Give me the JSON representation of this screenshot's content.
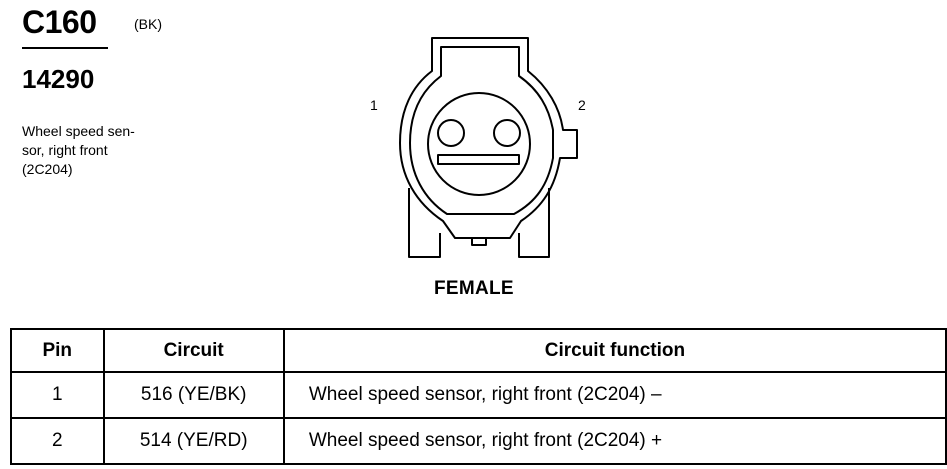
{
  "connector": {
    "id": "C160",
    "color": "(BK)",
    "part_number": "14290",
    "description_lines": [
      "Wheel speed sen-",
      "sor, right front",
      "(2C204)"
    ],
    "gender": "FEMALE",
    "pin_labels": [
      "1",
      "2"
    ]
  },
  "table": {
    "headers": {
      "pin": "Pin",
      "circuit": "Circuit",
      "function": "Circuit function"
    },
    "rows": [
      {
        "pin": "1",
        "circuit": "516 (YE/BK)",
        "function": "Wheel speed sensor, right front (2C204) –"
      },
      {
        "pin": "2",
        "circuit": "514 (YE/RD)",
        "function": "Wheel speed sensor, right front (2C204) +"
      }
    ]
  }
}
